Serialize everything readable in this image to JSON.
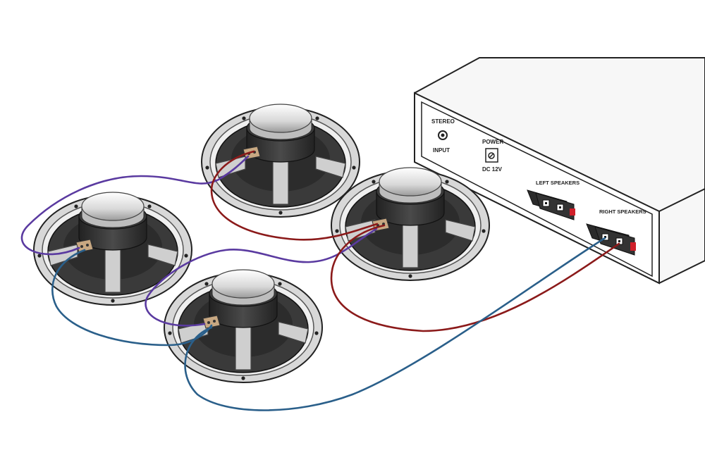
{
  "amplifier": {
    "stereo_label": "STEREO",
    "input_label": "INPUT",
    "power_label": "POWER",
    "dc_label": "DC 12V",
    "left_speakers_label": "LEFT SPEAKERS",
    "right_speakers_label": "RIGHT SPEAKERS"
  },
  "colors": {
    "wire_purple": "#5a3aa0",
    "wire_red": "#8b1a1a",
    "wire_blue": "#2a5f8a",
    "cone": "#3a3a3a",
    "basket": "#dcdcdc",
    "terminal_red": "#d0202a"
  },
  "speakers": [
    {
      "id": "speaker-top"
    },
    {
      "id": "speaker-left"
    },
    {
      "id": "speaker-right"
    },
    {
      "id": "speaker-bottom"
    }
  ]
}
